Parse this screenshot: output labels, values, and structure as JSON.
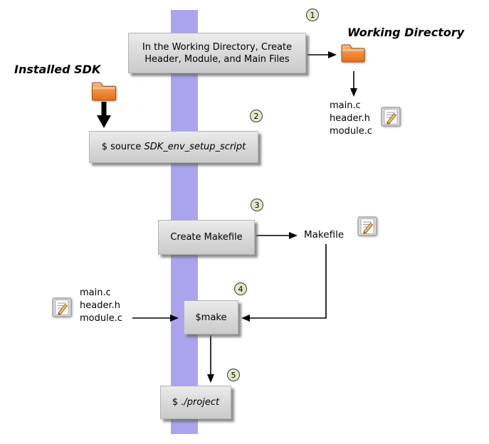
{
  "headings": {
    "installed_sdk": "Installed SDK",
    "working_directory": "Working Directory"
  },
  "steps": {
    "n1": "1",
    "n2": "2",
    "n3": "3",
    "n4": "4",
    "n5": "5"
  },
  "boxes": {
    "create_files": "In the Working Directory, Create Header, Module, and Main Files",
    "source_prefix": "$ source ",
    "source_script": "SDK_env_setup_script",
    "create_makefile": "Create Makefile",
    "make": "$make",
    "run_prefix": "$ ",
    "run_project": "./project"
  },
  "labels": {
    "working_dir_files": "main.c\nheader.h\nmodule.c",
    "input_files": "main.c\nheader.h\nmodule.c",
    "makefile": "Makefile"
  },
  "icons": {
    "installed_sdk_folder": "folder-icon",
    "working_dir_folder": "folder-icon",
    "working_dir_files_icon": "text-editor-file-icon",
    "makefile_icon": "text-editor-file-icon",
    "input_files_icon": "text-editor-file-icon"
  },
  "colors": {
    "pipeline_band": "#a9a4ee",
    "box_fill": "#dcdcdc",
    "box_shadow": "#696969",
    "step_circle_fill": "#e0e9c6",
    "folder_orange": "#ee7c2a"
  }
}
